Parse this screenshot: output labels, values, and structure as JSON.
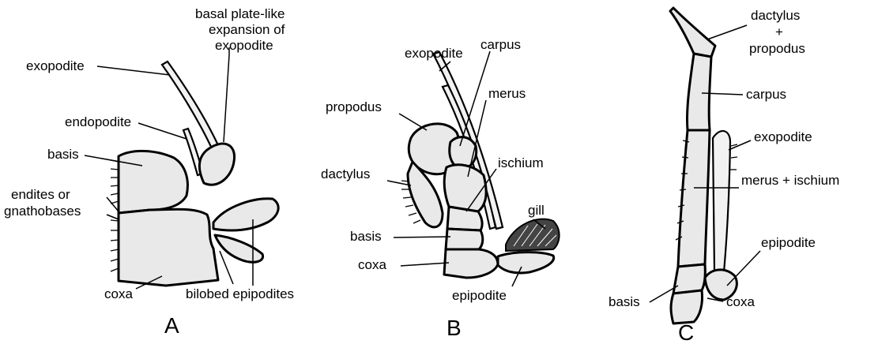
{
  "panels": {
    "A": {
      "letter": "A",
      "labels": {
        "exopodite": "exopodite",
        "basal_1": "basal plate-like",
        "basal_2": "expansion of",
        "basal_3": "exopodite",
        "endopodite": "endopodite",
        "basis": "basis",
        "endites_1": "endites or",
        "endites_2": "gnathobases",
        "coxa": "coxa",
        "bilobed": "bilobed epipodites"
      }
    },
    "B": {
      "letter": "B",
      "labels": {
        "exopodite": "exopodite",
        "carpus": "carpus",
        "propodus": "propodus",
        "merus": "merus",
        "dactylus": "dactylus",
        "ischium": "ischium",
        "gill": "gill",
        "basis": "basis",
        "coxa": "coxa",
        "epipodite": "epipodite"
      }
    },
    "C": {
      "letter": "C",
      "labels": {
        "dactylus_1": "dactylus",
        "dactylus_2": "+",
        "dactylus_3": "propodus",
        "carpus": "carpus",
        "exopodite": "exopodite",
        "merus_ischium": "merus + ischium",
        "epipodite": "epipodite",
        "basis": "basis",
        "coxa": "coxa"
      }
    }
  }
}
